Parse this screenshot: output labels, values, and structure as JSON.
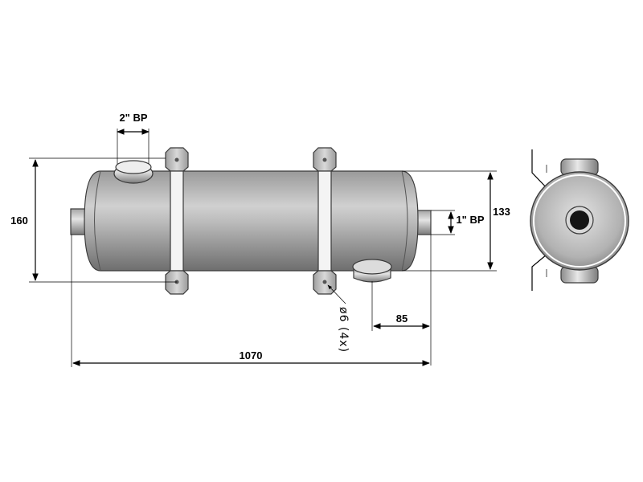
{
  "labels": {
    "top_inlet": "2\" BP",
    "side_outlet": "1\" BP",
    "height_total": "160",
    "height_body": "133",
    "length_total": "1070",
    "offset_outlet": "85",
    "mount_holes": "ø6 (4x)"
  },
  "colors": {
    "shell_dark": "#8a8a8a",
    "shell_light": "#f2f2f2",
    "line": "#000000"
  }
}
